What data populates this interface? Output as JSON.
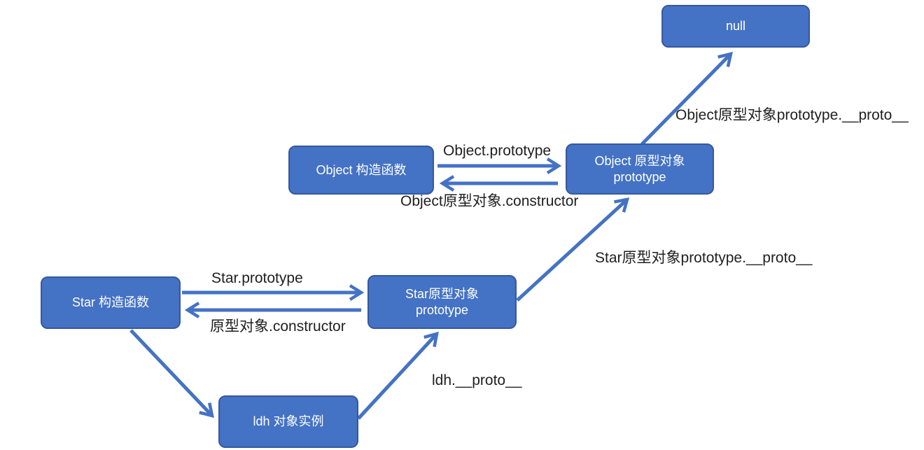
{
  "diagram": {
    "description_colors": {
      "node_fill": "#4472c4",
      "node_border": "#35599f",
      "arrow": "#4472c4",
      "label_text": "#1f1f1f",
      "node_text": "#ffffff"
    },
    "nodes": {
      "null_node": {
        "label": "null"
      },
      "object_constructor": {
        "label": "Object 构造函数"
      },
      "object_prototype": {
        "label": "Object 原型对象\nprototype"
      },
      "star_constructor": {
        "label": "Star 构造函数"
      },
      "star_prototype": {
        "label": "Star原型对象\nprototype"
      },
      "ldh_instance": {
        "label": "ldh 对象实例"
      }
    },
    "edge_labels": {
      "object_prototype_edge": {
        "text": "Object.prototype"
      },
      "object_constructor_edge": {
        "text": "Object原型对象.constructor"
      },
      "object_proto_edge": {
        "text": "Object原型对象prototype.__proto__"
      },
      "star_prototype_edge": {
        "text": "Star.prototype"
      },
      "star_constructor_edge": {
        "text": "原型对象.constructor"
      },
      "star_proto_edge": {
        "text": "Star原型对象prototype.__proto__"
      },
      "ldh_proto_edge": {
        "text": "ldh.__proto__"
      }
    }
  }
}
